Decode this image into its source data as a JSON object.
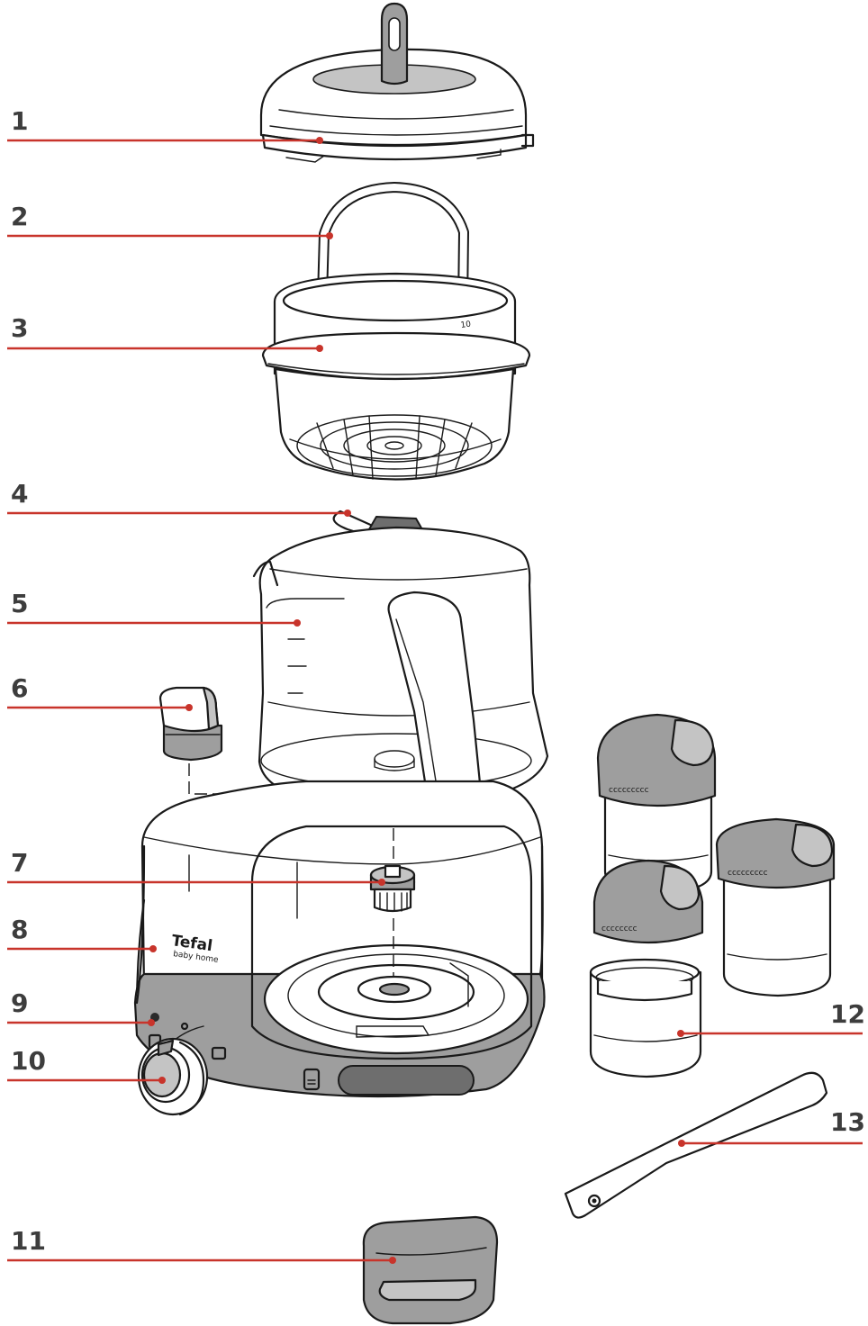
{
  "callouts": [
    {
      "n": "1",
      "side": "left"
    },
    {
      "n": "2",
      "side": "left"
    },
    {
      "n": "3",
      "side": "left"
    },
    {
      "n": "4",
      "side": "left"
    },
    {
      "n": "5",
      "side": "left"
    },
    {
      "n": "6",
      "side": "left"
    },
    {
      "n": "7",
      "side": "left"
    },
    {
      "n": "8",
      "side": "left"
    },
    {
      "n": "9",
      "side": "left"
    },
    {
      "n": "10",
      "side": "left"
    },
    {
      "n": "11",
      "side": "left"
    },
    {
      "n": "12",
      "side": "right"
    },
    {
      "n": "13",
      "side": "right"
    }
  ],
  "brand": {
    "name": "Tefal",
    "line": "baby home"
  },
  "basket_mark": "10",
  "colors": {
    "leader": "#c8342b",
    "label": "#3d3d3d",
    "outline": "#1a1a1a",
    "accent_gray": "#9e9e9e"
  }
}
